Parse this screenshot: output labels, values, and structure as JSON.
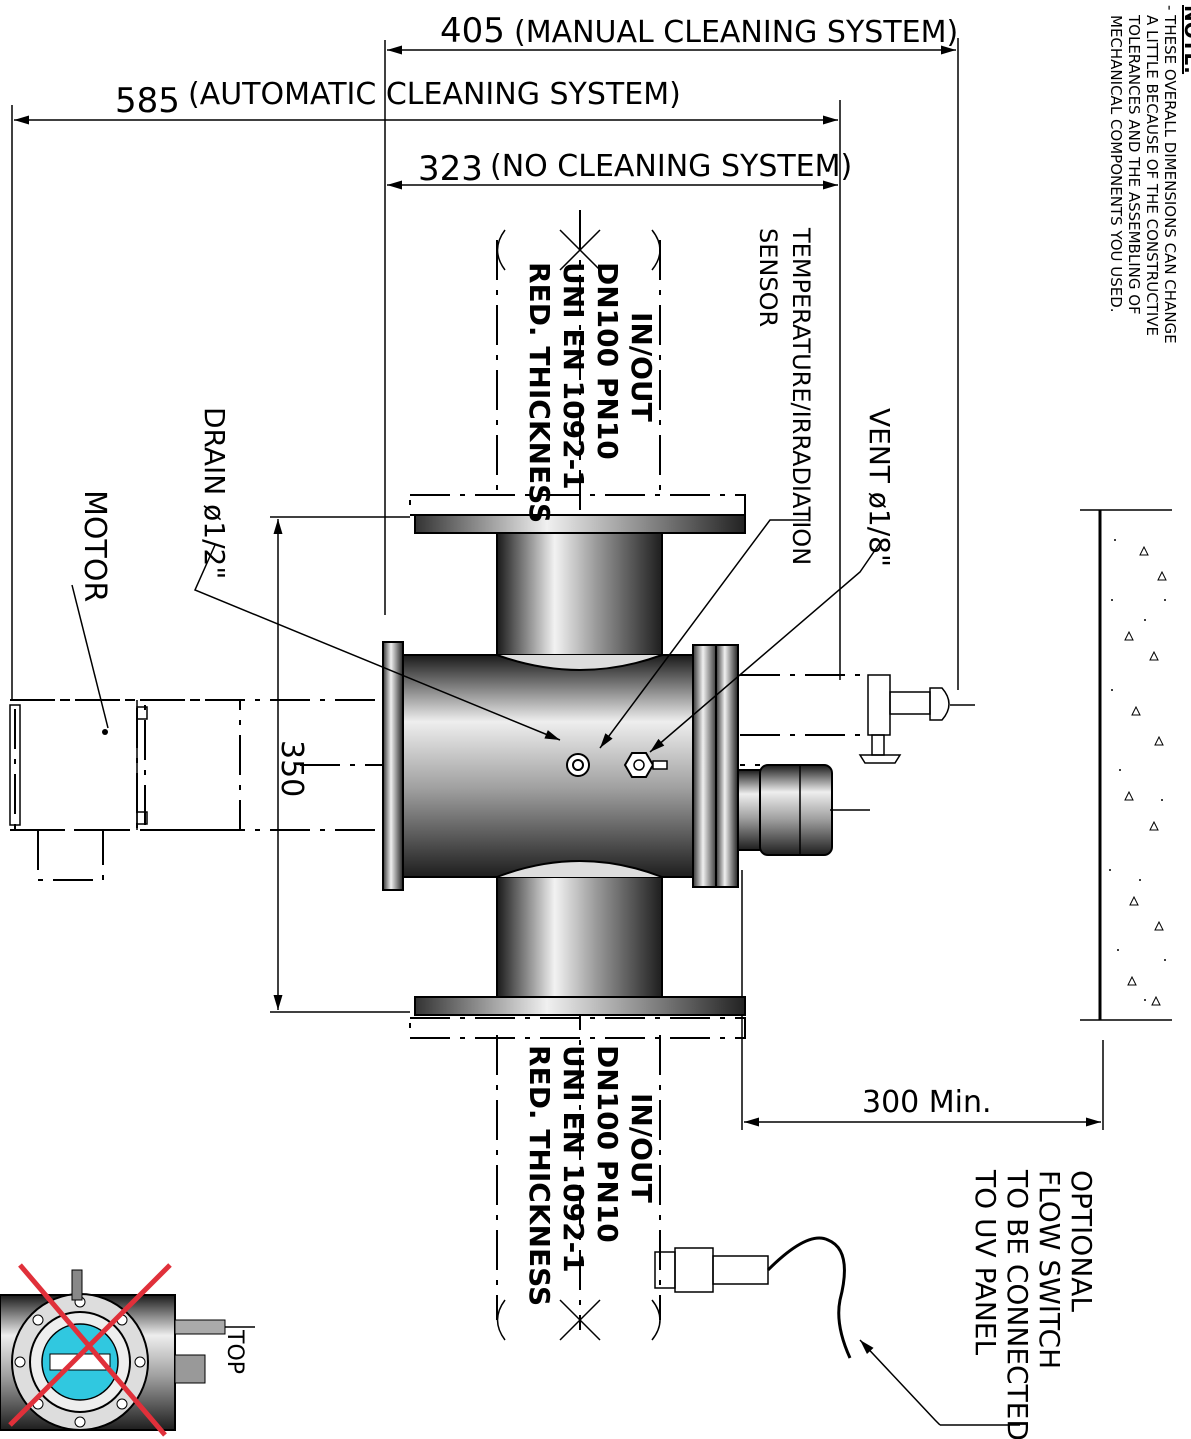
{
  "dimensions": {
    "manual": {
      "value": "405",
      "label": "(MANUAL CLEANING SYSTEM)"
    },
    "automatic": {
      "value": "585",
      "label": "(AUTOMATIC CLEANING SYSTEM)"
    },
    "none": {
      "value": "323",
      "label": "(NO CLEANING SYSTEM)"
    },
    "height": {
      "value": "350"
    },
    "clearance": {
      "value": "300 Min."
    }
  },
  "labels": {
    "drain": "DRAIN ø1/2\"",
    "motor": "MOTOR",
    "vent": "VENT ø1/8\"",
    "sensor_line1": "TEMPERATURE/IRRADIATION",
    "sensor_line2": "SENSOR",
    "top": "TOP"
  },
  "inlet_top": [
    "IN/OUT",
    "DN100 PN10",
    "UNI EN 1092-1",
    "RED. THICKNESS"
  ],
  "inlet_bottom": [
    "IN/OUT",
    "DN100 PN10",
    "UNI EN 1092-1",
    "RED. THICKNESS"
  ],
  "flow_switch": [
    "OPTIONAL",
    "FLOW SWITCH",
    "TO BE CONNECTED",
    "TO UV PANEL"
  ],
  "note": {
    "title": "NOTE:",
    "lines": [
      "- THESE OVERALL DIMENSIONS CAN CHANGE",
      "A LITTLE BECAUSE OF THE CONSTRUCTIVE",
      "TOLERANCES AND THE ASSEMBLING OF",
      "MECHANICAL COMPONENTS YOU USED."
    ]
  },
  "colors": {
    "cross": "#e0303a",
    "quartz": "#30c8e0"
  }
}
